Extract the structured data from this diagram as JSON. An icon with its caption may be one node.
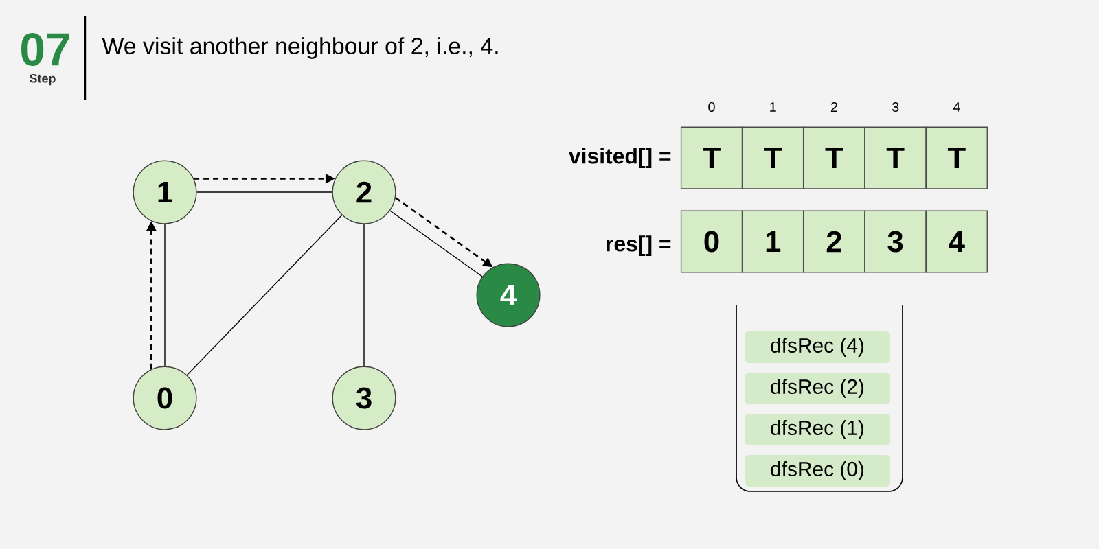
{
  "diagram": {
    "title": "We visit another neighbour of 2, i.e., 4.",
    "nodes": [
      {
        "text": [
          "0"
        ]
      },
      {
        "text": [
          "1"
        ]
      },
      {
        "text": [
          "2"
        ]
      },
      {
        "text": [
          "3"
        ]
      },
      {
        "text": [
          "4"
        ]
      },
      {
        "text": [
          "T"
        ]
      },
      {
        "text": [
          "T"
        ]
      },
      {
        "text": [
          "T"
        ]
      },
      {
        "text": [
          "T"
        ]
      },
      {
        "text": [
          "T"
        ]
      },
      {
        "text": [
          "0"
        ]
      },
      {
        "text": [
          "1"
        ]
      },
      {
        "text": [
          "2"
        ]
      },
      {
        "text": [
          "3"
        ]
      },
      {
        "text": [
          "4"
        ]
      },
      {
        "text": [],
        "shape": "box"
      },
      {
        "text": [
          "dfsRec (4)"
        ],
        "in": 15
      },
      {
        "text": [
          "dfsRec (2)"
        ],
        "in": 15
      },
      {
        "text": [
          "dfsRec (1)"
        ],
        "in": 15
      },
      {
        "text": [
          "dfsRec (0)"
        ],
        "in": 15
      }
    ],
    "edges": [
      {
        "from": 0,
        "to": 1,
        "arrow": "none"
      },
      {
        "from": 1,
        "to": 2,
        "arrow": "none"
      },
      {
        "from": 0,
        "to": 2,
        "arrow": "none"
      },
      {
        "from": 2,
        "to": 3,
        "arrow": "none"
      },
      {
        "from": 2,
        "to": 4,
        "arrow": "none"
      },
      {
        "from": 0,
        "to": 1,
        "arrow": "to",
        "style": "dashed"
      },
      {
        "from": 1,
        "to": 2,
        "arrow": "to",
        "style": "dashed"
      },
      {
        "from": 2,
        "to": 4,
        "arrow": "to",
        "style": "dashed"
      }
    ],
    "labels": [
      "07",
      "Step",
      "0",
      "1",
      "2",
      "3",
      "4",
      "visited[] =",
      "res[] ="
    ]
  }
}
